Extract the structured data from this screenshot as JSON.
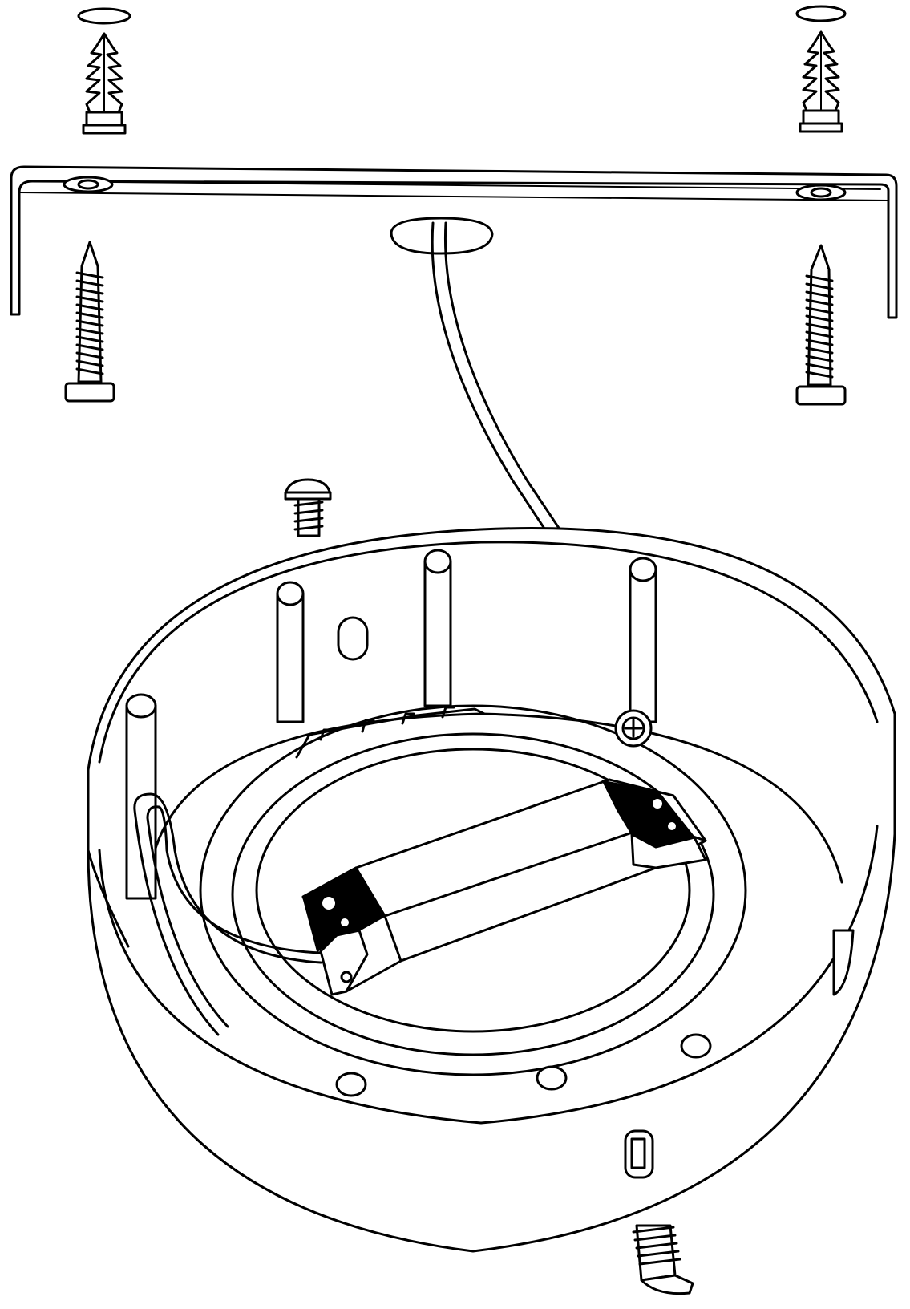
{
  "diagram": {
    "parts": [
      "wall-plug",
      "mounting-bracket",
      "wood-screw",
      "cable",
      "small-screw",
      "housing",
      "led-driver",
      "ground-screw"
    ],
    "colors": {
      "line": "#000000",
      "background": "#ffffff"
    }
  }
}
